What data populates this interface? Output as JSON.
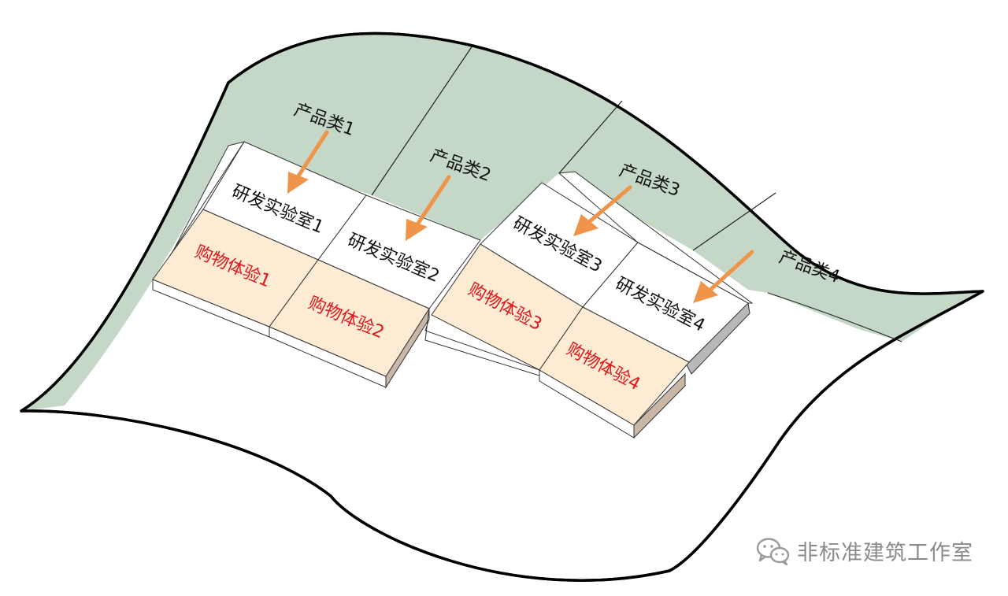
{
  "colors": {
    "green_zone": "#c5d8c8",
    "experience_block": "#fdebd3",
    "lab_block": "#ffffff",
    "arrow": "#ef9449",
    "experience_text": "#e0161b"
  },
  "categories": [
    {
      "label": "产品类1"
    },
    {
      "label": "产品类2"
    },
    {
      "label": "产品类3"
    },
    {
      "label": "产品类4"
    }
  ],
  "labs": [
    {
      "label": "研发实验室1"
    },
    {
      "label": "研发实验室2"
    },
    {
      "label": "研发实验室3"
    },
    {
      "label": "研发实验室4"
    }
  ],
  "experiences": [
    {
      "label": "购物体验1"
    },
    {
      "label": "购物体验2"
    },
    {
      "label": "购物体验3"
    },
    {
      "label": "购物体验4"
    }
  ],
  "watermark": {
    "text": "非标准建筑工作室",
    "icon": "wechat-icon"
  }
}
